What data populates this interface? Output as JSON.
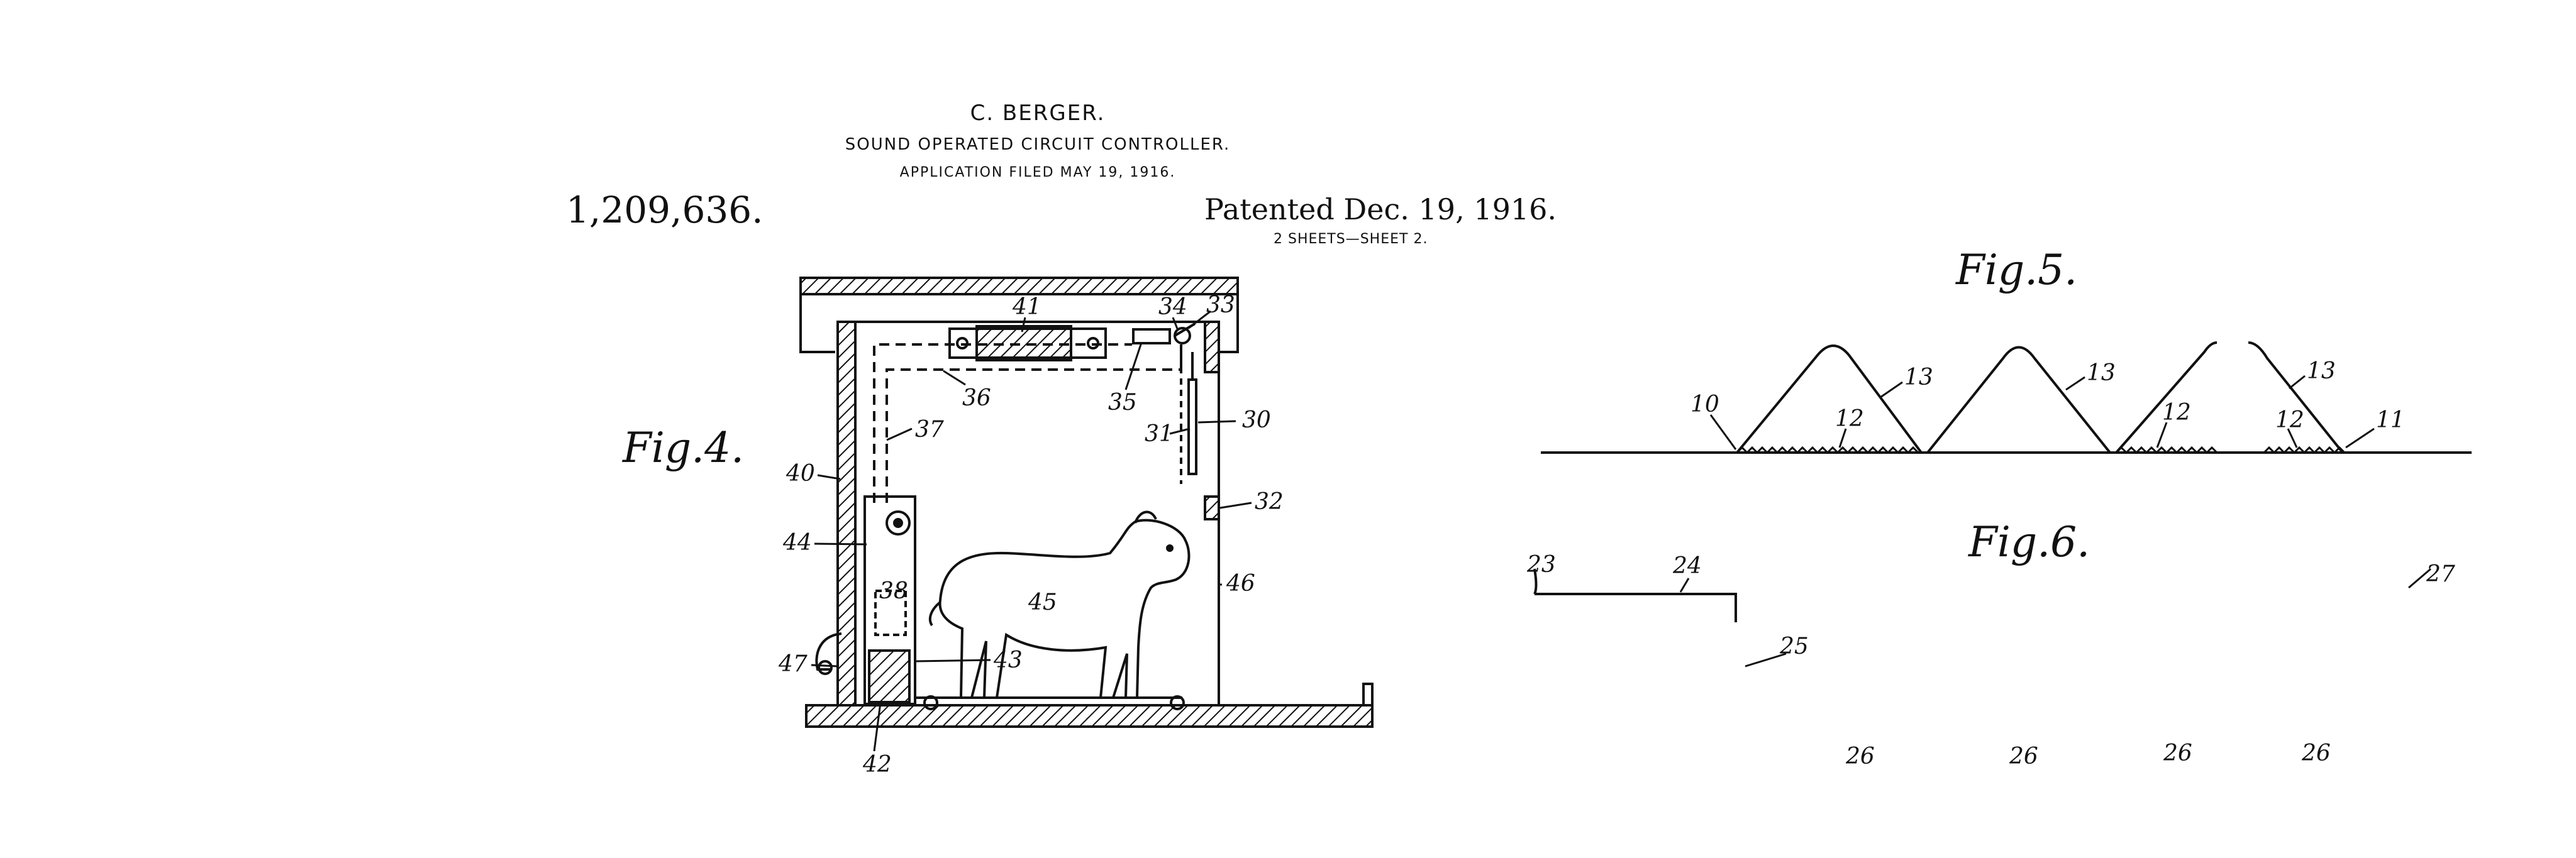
{
  "header": {
    "inventor": "C. BERGER.",
    "title": "SOUND OPERATED CIRCUIT CONTROLLER.",
    "filed": "APPLICATION FILED MAY 19, 1916.",
    "patent_number": "1,209,636.",
    "patented": "Patented Dec. 19, 1916.",
    "sheets": "2 SHEETS—SHEET 2."
  },
  "figures": {
    "fig4": "Fig.4.",
    "fig5": "Fig.5.",
    "fig6": "Fig.6."
  },
  "fig4_labels": {
    "l41": "41",
    "l34": "34",
    "l33": "33",
    "l36": "36",
    "l35": "35",
    "l30": "30",
    "l31": "31",
    "l37": "37",
    "l40": "40",
    "l32": "32",
    "l44": "44",
    "l38": "38",
    "l45": "45",
    "l46": "46",
    "l47": "47",
    "l43": "43",
    "l42": "42"
  },
  "fig5_labels": {
    "l10": "10",
    "l13a": "13",
    "l12a": "12",
    "l13b": "13",
    "l12b": "12",
    "l13c": "13",
    "l12c": "12",
    "l11": "11"
  },
  "fig6_labels": {
    "l23": "23",
    "l24": "24",
    "l25": "25",
    "l27": "27",
    "l26a": "26",
    "l26b": "26",
    "l26c": "26",
    "l26d": "26"
  }
}
